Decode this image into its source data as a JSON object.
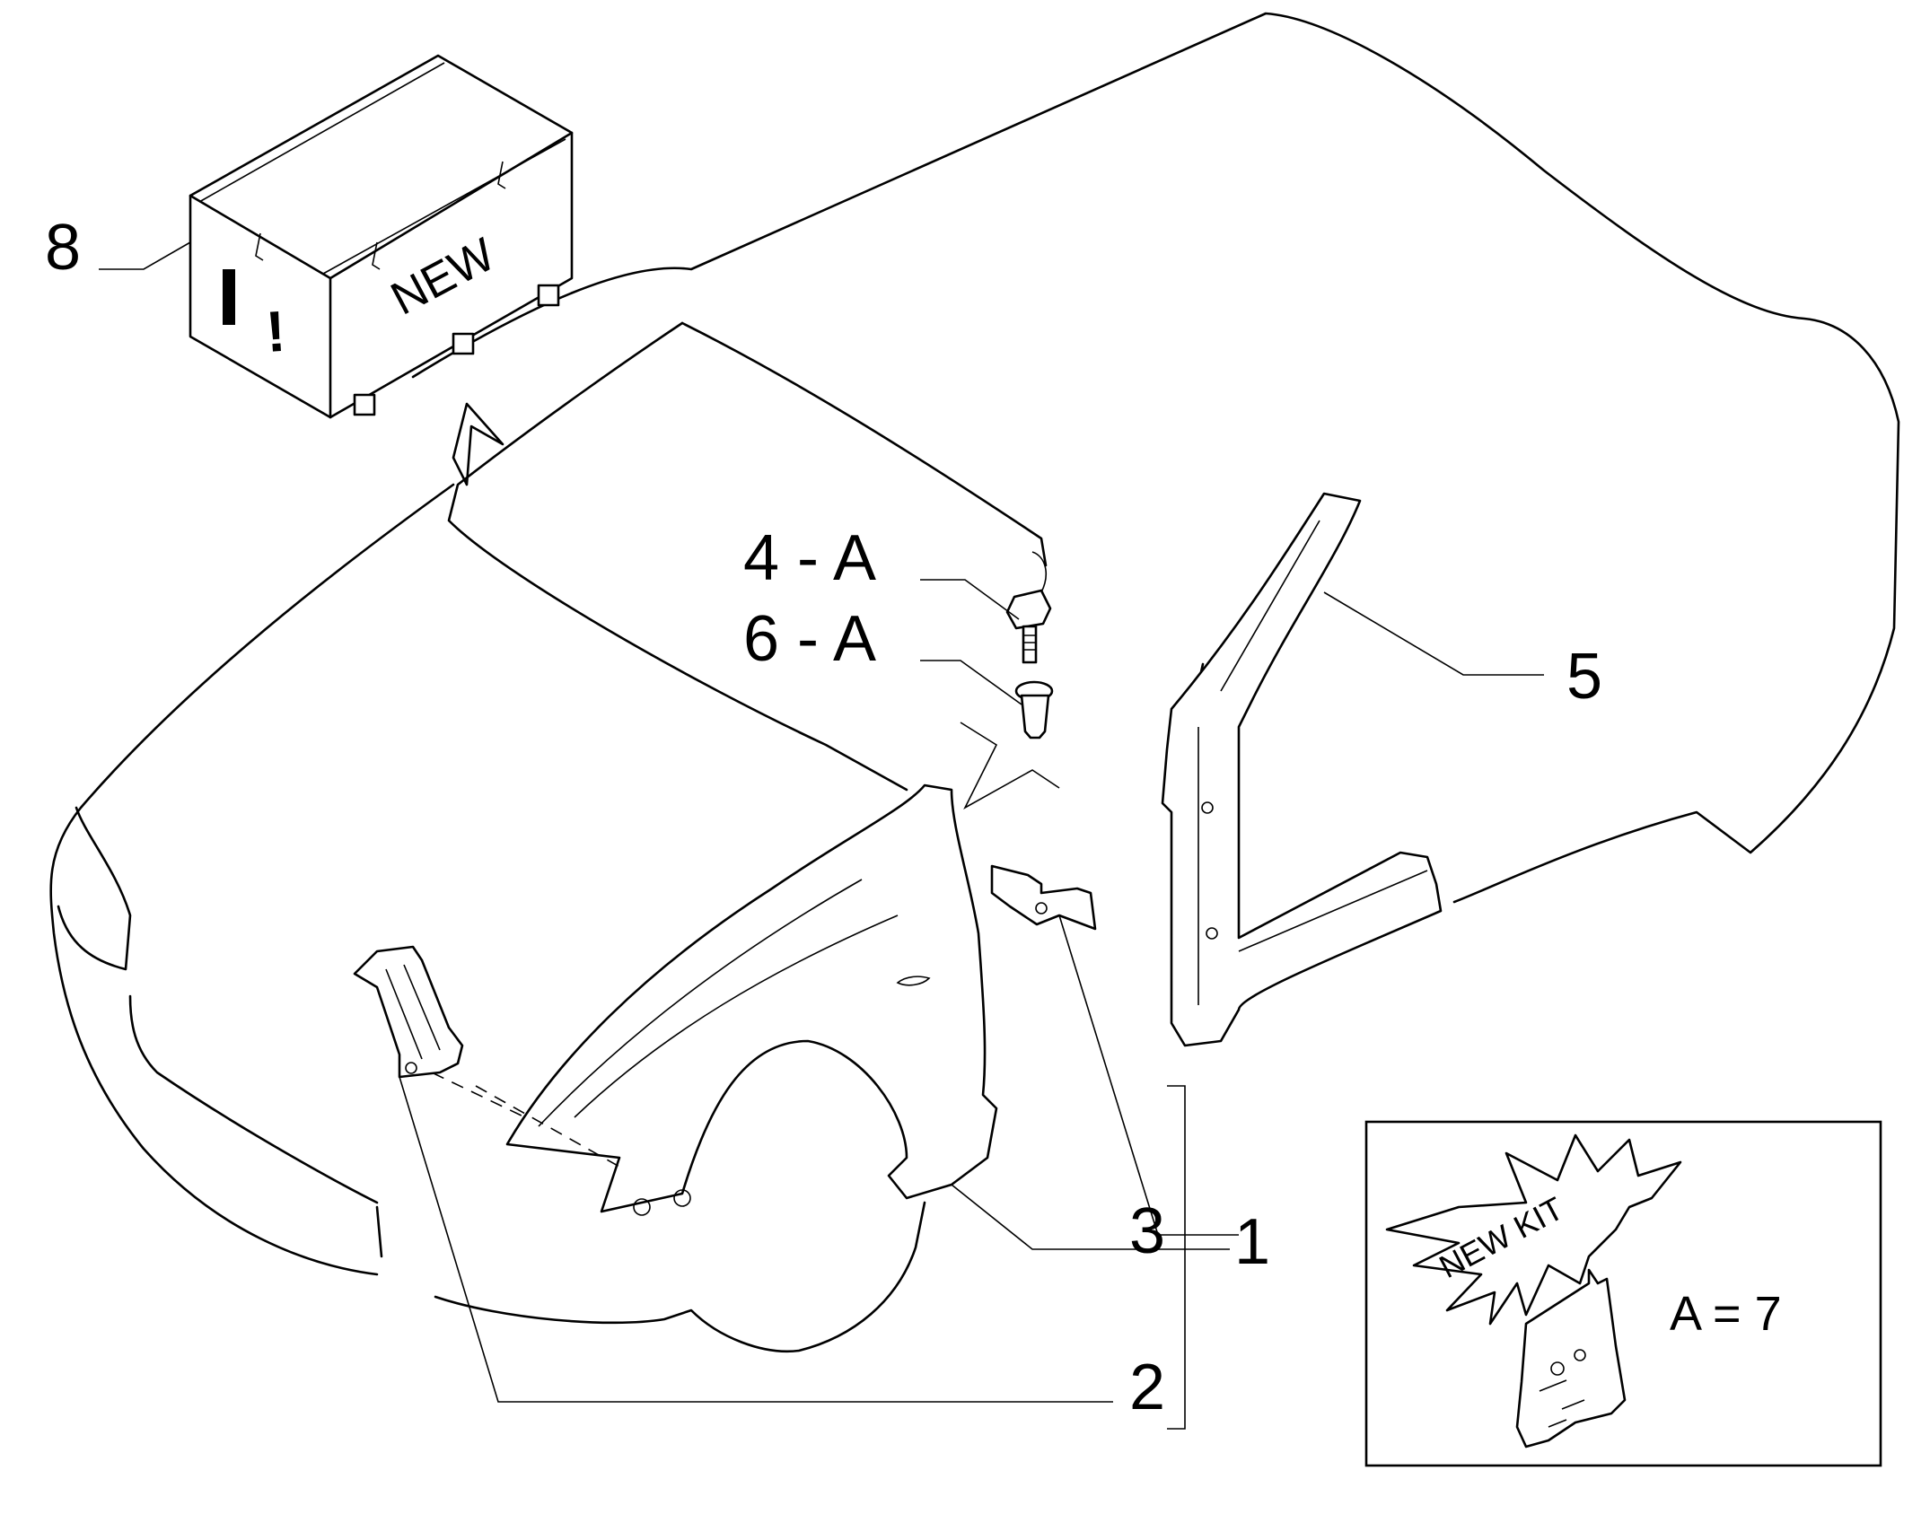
{
  "labels": {
    "l1": "1",
    "l2": "2",
    "l3": "3",
    "l4": "4 - A",
    "l5": "5",
    "l6": "6 - A",
    "l8": "8"
  },
  "crate": {
    "text": "NEW",
    "mark": "!"
  },
  "kit": {
    "burst_text": "NEW KIT",
    "equation": "A = 7"
  },
  "icons": [
    "crate-icon",
    "fender-icon",
    "bracket-icon",
    "pillar-icon",
    "bolt-icon",
    "bush-icon",
    "kit-bag-icon",
    "starburst-icon"
  ]
}
